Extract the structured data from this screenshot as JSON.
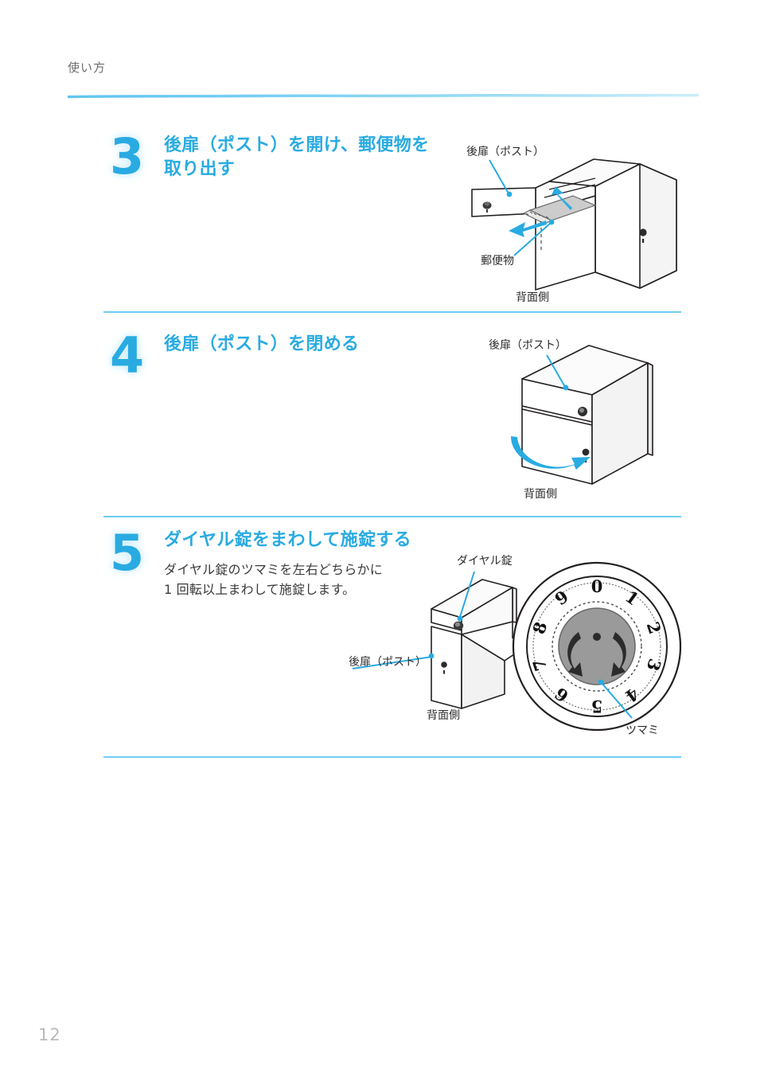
{
  "page": {
    "header_title": "使い方",
    "page_number": "12",
    "accent_color": "#29abe2",
    "rule_color": "#6fcdf2",
    "label_color": "#2b2b2b",
    "line_color": "#231f20"
  },
  "steps": [
    {
      "number": "3",
      "heading": "後扉（ポスト）を開け、郵便物を\n取り出す",
      "body": "",
      "figure_labels": {
        "door": "後扉（ポスト）",
        "mail": "郵便物",
        "rear": "背面側"
      }
    },
    {
      "number": "4",
      "heading": "後扉（ポスト）を閉める",
      "body": "",
      "figure_labels": {
        "door": "後扉（ポスト）",
        "rear": "背面側"
      }
    },
    {
      "number": "5",
      "heading": "ダイヤル錠をまわして施錠する",
      "body": "ダイヤル錠のツマミを左右どちらかに\n1 回転以上まわして施錠します。",
      "figure_labels": {
        "dial": "ダイヤル錠",
        "door": "後扉（ポスト）",
        "rear": "背面側",
        "knob": "ツマミ"
      },
      "dial_digits": [
        "0",
        "1",
        "2",
        "3",
        "4",
        "5",
        "6",
        "7",
        "8",
        "9"
      ]
    }
  ]
}
